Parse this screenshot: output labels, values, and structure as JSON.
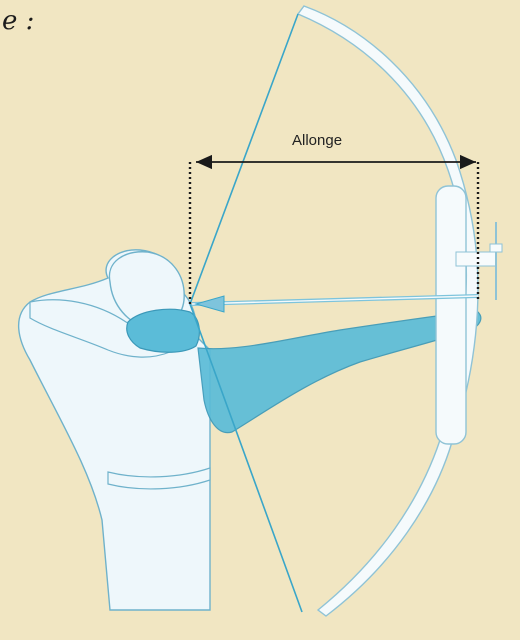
{
  "diagram": {
    "partial_heading": "e :",
    "measurement_label": "Allonge"
  },
  "colors": {
    "background": "#f1e6c2",
    "figure_fill": "#eef7fb",
    "figure_stroke": "#6fb2cb",
    "bow_fill": "#f5fafc",
    "bow_stroke": "#8fc3d6",
    "highlight": "#5bbcd8",
    "string": "#3aa6c9",
    "annotation": "#1a1a1a"
  },
  "icons": [
    "archer-figure",
    "recurve-bow",
    "arrow",
    "bow-string",
    "draw-length-dimension"
  ]
}
